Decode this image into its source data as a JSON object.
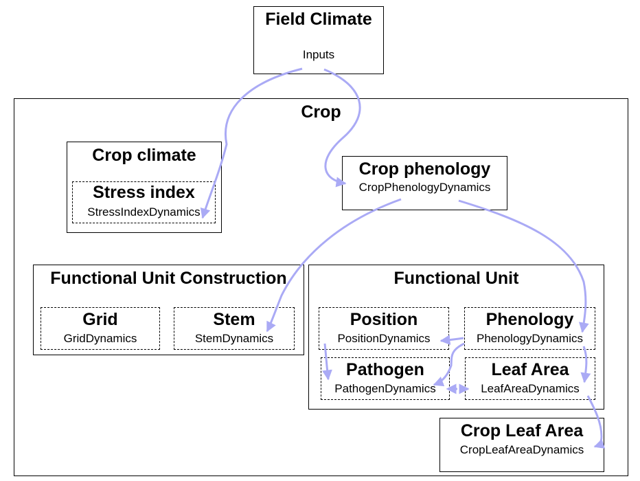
{
  "field_climate": {
    "title": "Field Climate",
    "subtitle": "Inputs"
  },
  "crop": {
    "title": "Crop"
  },
  "crop_climate": {
    "title": "Crop climate",
    "stress_index": {
      "title": "Stress index",
      "subtitle": "StressIndexDynamics"
    }
  },
  "crop_phenology": {
    "title": "Crop phenology",
    "subtitle": "CropPhenologyDynamics"
  },
  "functional_unit_construction": {
    "title": "Functional Unit Construction",
    "grid": {
      "title": "Grid",
      "subtitle": "GridDynamics"
    },
    "stem": {
      "title": "Stem",
      "subtitle": "StemDynamics"
    }
  },
  "functional_unit": {
    "title": "Functional Unit",
    "position": {
      "title": "Position",
      "subtitle": "PositionDynamics"
    },
    "phenology": {
      "title": "Phenology",
      "subtitle": "PhenologyDynamics"
    },
    "pathogen": {
      "title": "Pathogen",
      "subtitle": "PathogenDynamics"
    },
    "leaf_area": {
      "title": "Leaf Area",
      "subtitle": "LeafAreaDynamics"
    }
  },
  "crop_leaf_area": {
    "title": "Crop Leaf Area",
    "subtitle": "CropLeafAreaDynamics"
  },
  "colors": {
    "arrow": "#aaaaf5",
    "border": "#000000"
  }
}
